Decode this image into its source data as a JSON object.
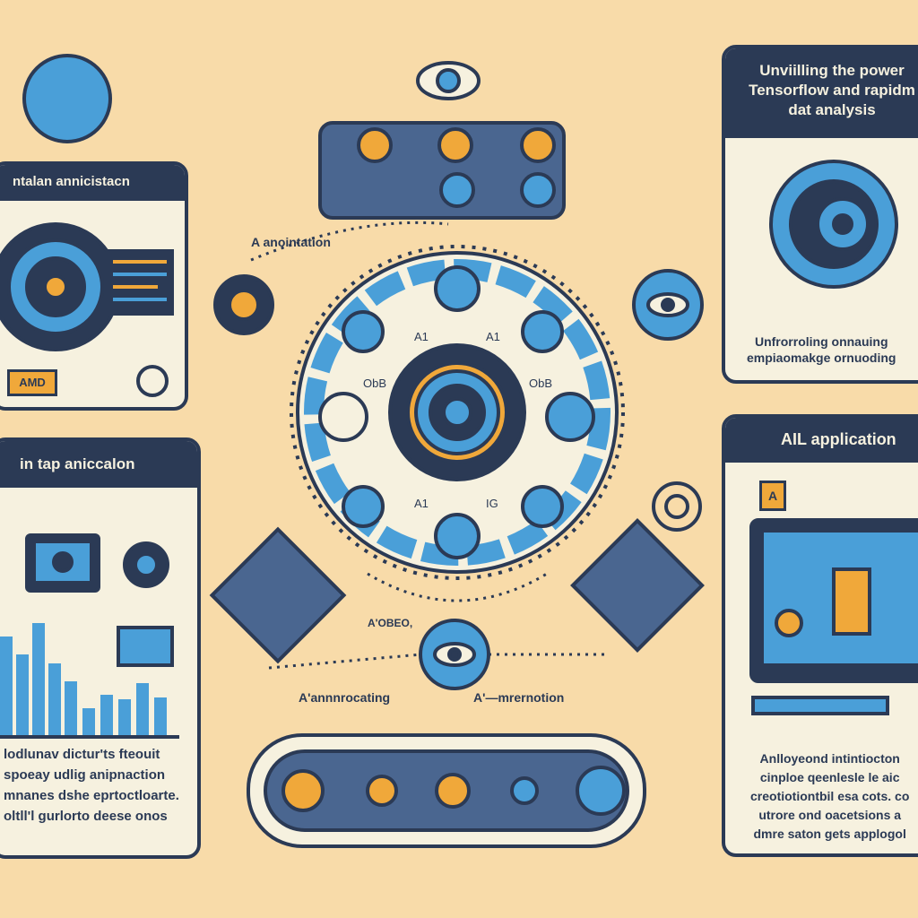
{
  "colors": {
    "background": "#f8dba9",
    "navy": "#2b3a55",
    "blue": "#4a9fd8",
    "orange": "#f0a83a",
    "cream": "#f6f1df"
  },
  "panels": {
    "top_left": {
      "title": "ntalan annicistacn",
      "badge": "AMD"
    },
    "mid_left": {
      "title": "in tap aniccalon",
      "body": [
        "lodlunav dictur'ts fteouit",
        "spoeay udlig anipnaction",
        "mnanes dshe eprtoctloarte.",
        "oltll'l gurlorto deese onos"
      ]
    },
    "top_right": {
      "title": [
        "Unviilling the power",
        "Tensorflow and rapidm",
        "dat analysis"
      ],
      "body": [
        "Unfrorroling onnauing",
        "empiaomakge ornuoding"
      ]
    },
    "mid_right": {
      "title": "AIL application",
      "badge": "A",
      "body": [
        "Anlloyeond intintiocton",
        "cinploe qeenlesle le aic",
        "creotiotiontbil esa cots. co",
        "utrore ond oacetsions a",
        "dmre saton gets applogol"
      ]
    }
  },
  "labels": {
    "annotation_top": "A anointation",
    "annotation_bottom_left": "A'annnrocating",
    "annotation_bottom_right": "A'—mrernotion",
    "small_label": "A'OBEO,",
    "ring_labels": [
      "A1",
      "A1",
      "ObB",
      "ObB",
      "A1",
      "IG"
    ]
  },
  "icons": [
    "eye-icon",
    "gear-icon",
    "target-icon",
    "network-node-icon",
    "monitor-icon",
    "bar-chart-icon",
    "arrow-icon"
  ]
}
